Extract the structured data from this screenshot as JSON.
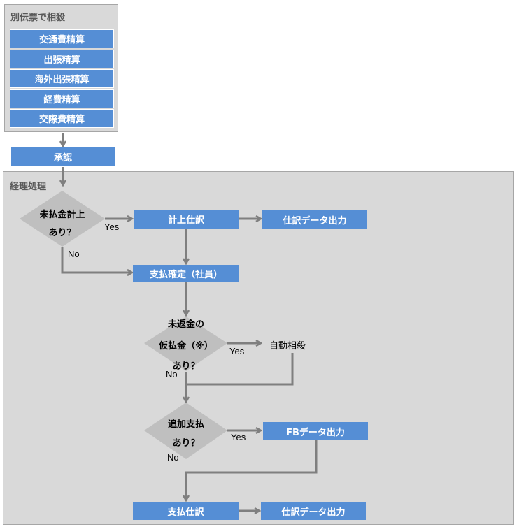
{
  "groups": {
    "offset": {
      "title": "別伝票で相殺",
      "items": [
        "交通費精算",
        "出張精算",
        "海外出張精算",
        "経費精算",
        "交際費精算"
      ]
    },
    "accounting": {
      "title": "経理処理"
    }
  },
  "nodes": {
    "approval": "承認",
    "decision_unpaid": [
      "未払金計上",
      "あり？"
    ],
    "booking_entry": "計上仕訳",
    "journal_output_1": "仕訳データ出力",
    "payment_confirm": "支払確定（社員）",
    "decision_advance": [
      "未返金の",
      "仮払金（※）",
      "あり？"
    ],
    "auto_offset": "自動相殺",
    "decision_additional": [
      "追加支払",
      "あり？"
    ],
    "fb_output": "FBデータ出力",
    "payment_entry": "支払仕訳",
    "journal_output_2": "仕訳データ出力"
  },
  "edge_labels": {
    "yes": "Yes",
    "no": "No"
  },
  "colors": {
    "box": "#558ed5",
    "group_bg": "#d9d9d9",
    "diamond": "#bfbfbf",
    "connector": "#7f7f7f"
  }
}
